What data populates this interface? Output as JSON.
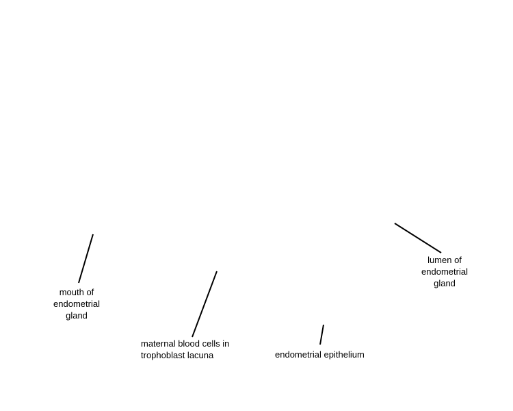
{
  "labels": {
    "mouth_of_gland": "mouth of\nendometrial\ngland",
    "maternal_blood_cells": "maternal blood cells in\ntrophoblast lacuna",
    "endometrial_epithelium": "endometrial epithelium",
    "lumen_of_gland": "lumen of\nendometrial\ngland"
  },
  "colors": {
    "background": "#ffffff",
    "ink": "#000000"
  }
}
